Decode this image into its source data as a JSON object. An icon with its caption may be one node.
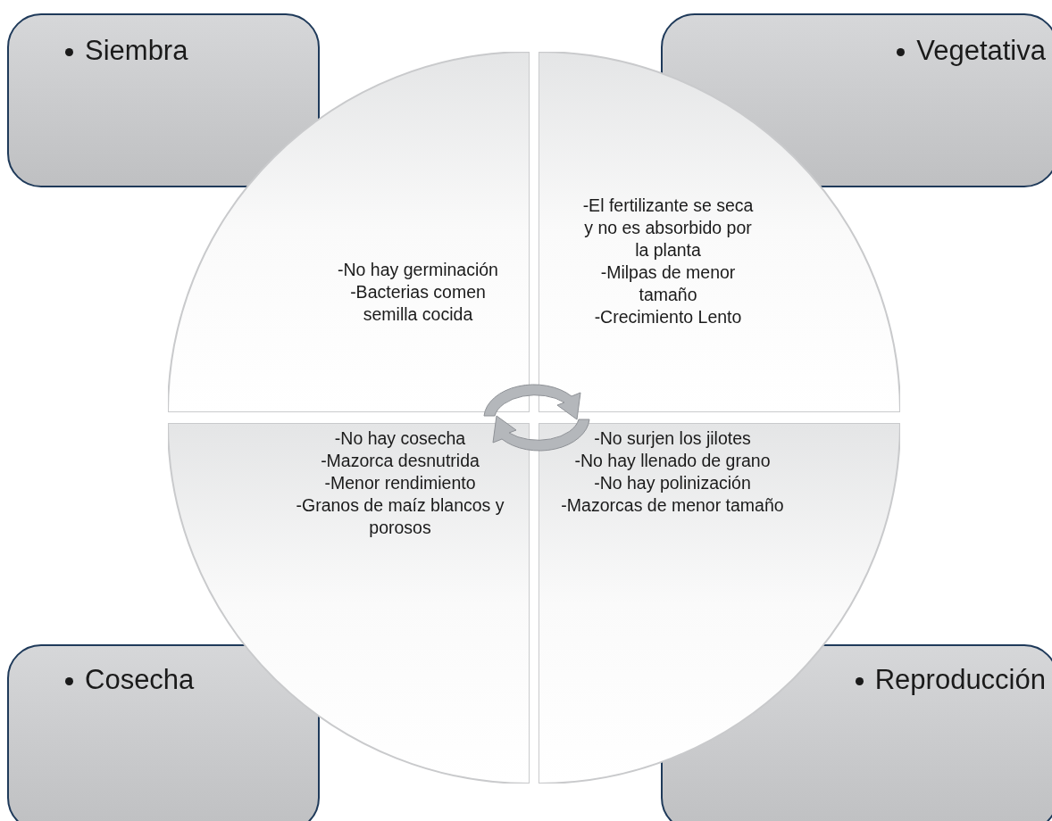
{
  "diagram": {
    "nodes": [
      {
        "text": [
          "Siembra"
        ]
      },
      {
        "text": [
          "Vegetativa"
        ]
      },
      {
        "text": [
          "Cosecha"
        ]
      },
      {
        "text": [
          "Reproducción"
        ]
      },
      {
        "text": [
          "-No hay germinación",
          "-Bacterias comen semilla cocida"
        ]
      },
      {
        "text": [
          "-El fertilizante se seca y no es absorbido por la planta",
          "-Milpas de menor tamaño",
          "-Crecimiento Lento"
        ]
      },
      {
        "text": [
          "-No hay cosecha",
          "-Mazorca desnutrida",
          "-Menor rendimiento",
          "-Granos de maíz blancos y porosos"
        ]
      },
      {
        "text": [
          "-No surjen los jilotes",
          "-No hay llenado de grano",
          "-No hay polinización",
          "-Mazorcas de menor tamaño"
        ]
      }
    ]
  }
}
